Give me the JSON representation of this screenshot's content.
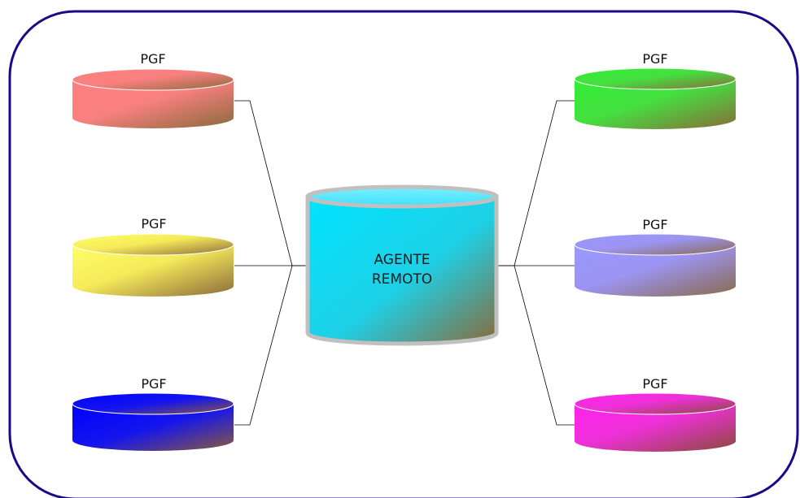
{
  "diagram": {
    "center": {
      "label_line1": "AGENTE",
      "label_line2": "REMOTO",
      "color": "#00e0ff"
    },
    "nodes": [
      {
        "id": "left-top",
        "label": "PGF",
        "color": "#ff7f80"
      },
      {
        "id": "left-middle",
        "label": "PGF",
        "color": "#ffff66"
      },
      {
        "id": "left-bottom",
        "label": "PGF",
        "color": "#0000ff"
      },
      {
        "id": "right-top",
        "label": "PGF",
        "color": "#33ee33"
      },
      {
        "id": "right-middle",
        "label": "PGF",
        "color": "#9999ff"
      },
      {
        "id": "right-bottom",
        "label": "PGF",
        "color": "#ff22ee"
      }
    ],
    "frame_color": "#1a0a8a",
    "shade_color": "#7a5a2a"
  }
}
